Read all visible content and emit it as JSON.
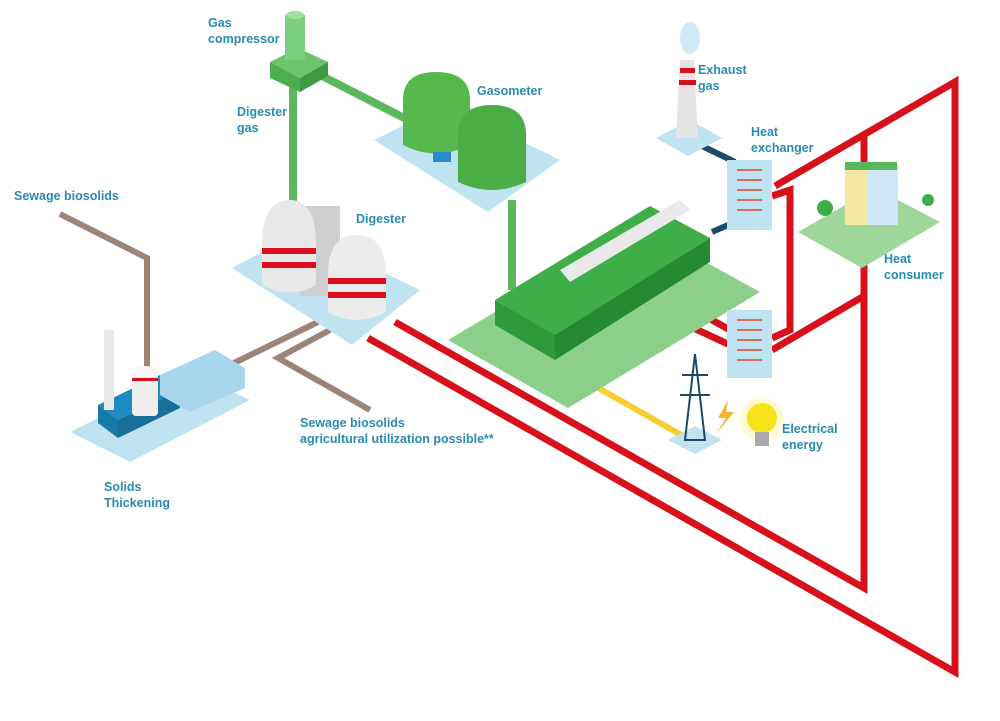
{
  "labels": {
    "gas_compressor": "Gas\ncompressor",
    "digester_gas": "Digester\ngas",
    "gasometer": "Gasometer",
    "digester": "Digester",
    "sewage_biosolids": "Sewage biosolids",
    "solids_thickening": "Solids\nThickening",
    "sewage_agri": "Sewage biosolids\nagricultural utilization possible**",
    "exhaust_gas": "Exhaust\ngas",
    "heat_exchanger": "Heat\nexchanger",
    "heat_consumer": "Heat\nconsumer",
    "electrical_energy": "Electrical\nenergy"
  },
  "colors": {
    "label": "#2a8bb0",
    "heat_pipe": "#d7101b",
    "gas_pipe": "#5cb85c",
    "sludge_pipe": "#9c8577",
    "power_line": "#f5cf2f",
    "exhaust_pipe": "#1d4a6a",
    "platform": "#bfe3f0"
  }
}
